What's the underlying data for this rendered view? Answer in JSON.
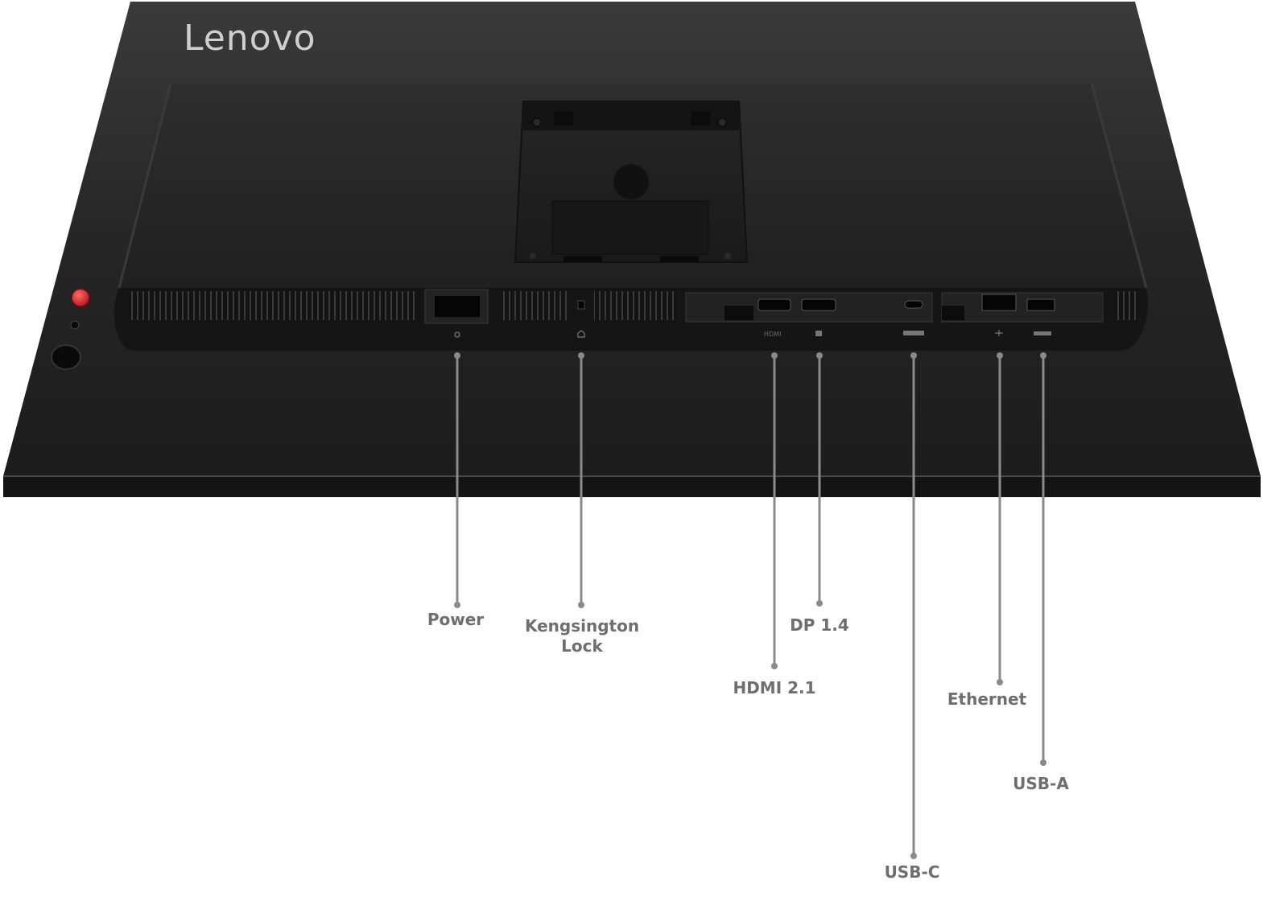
{
  "brand": {
    "logo_text": "Lenovo"
  },
  "ports": [
    {
      "id": "power",
      "label": "Power",
      "icon": "power-icon"
    },
    {
      "id": "kensington",
      "label": "Kengsington\nLock",
      "icon": "lock-icon"
    },
    {
      "id": "hdmi",
      "label": "HDMI 2.1",
      "icon": "hdmi-port",
      "port_marking": "HDMI"
    },
    {
      "id": "dp",
      "label": "DP 1.4",
      "icon": "displayport-port"
    },
    {
      "id": "usbc",
      "label": "USB-C",
      "icon": "usb-c-port"
    },
    {
      "id": "ethernet",
      "label": "Ethernet",
      "icon": "ethernet-port"
    },
    {
      "id": "usba",
      "label": "USB-A",
      "icon": "usb-a-port"
    }
  ],
  "colors": {
    "monitor_body": "#1e1e1e",
    "monitor_edge": "#2c2c2c",
    "callout_line": "#8a8a8a",
    "label_text": "#6e6e6e",
    "joystick_accent": "#e0202a",
    "logo": "#cfcfcf"
  }
}
